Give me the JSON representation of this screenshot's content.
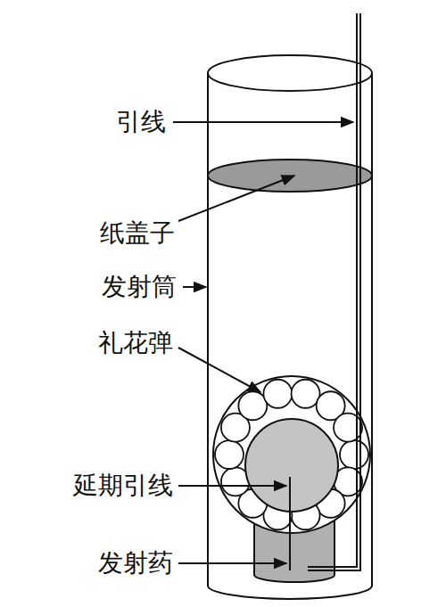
{
  "diagram": {
    "labels": [
      "引线",
      "纸盖子",
      "发射筒",
      "礼花弹",
      "延期引线",
      "发射药"
    ]
  }
}
